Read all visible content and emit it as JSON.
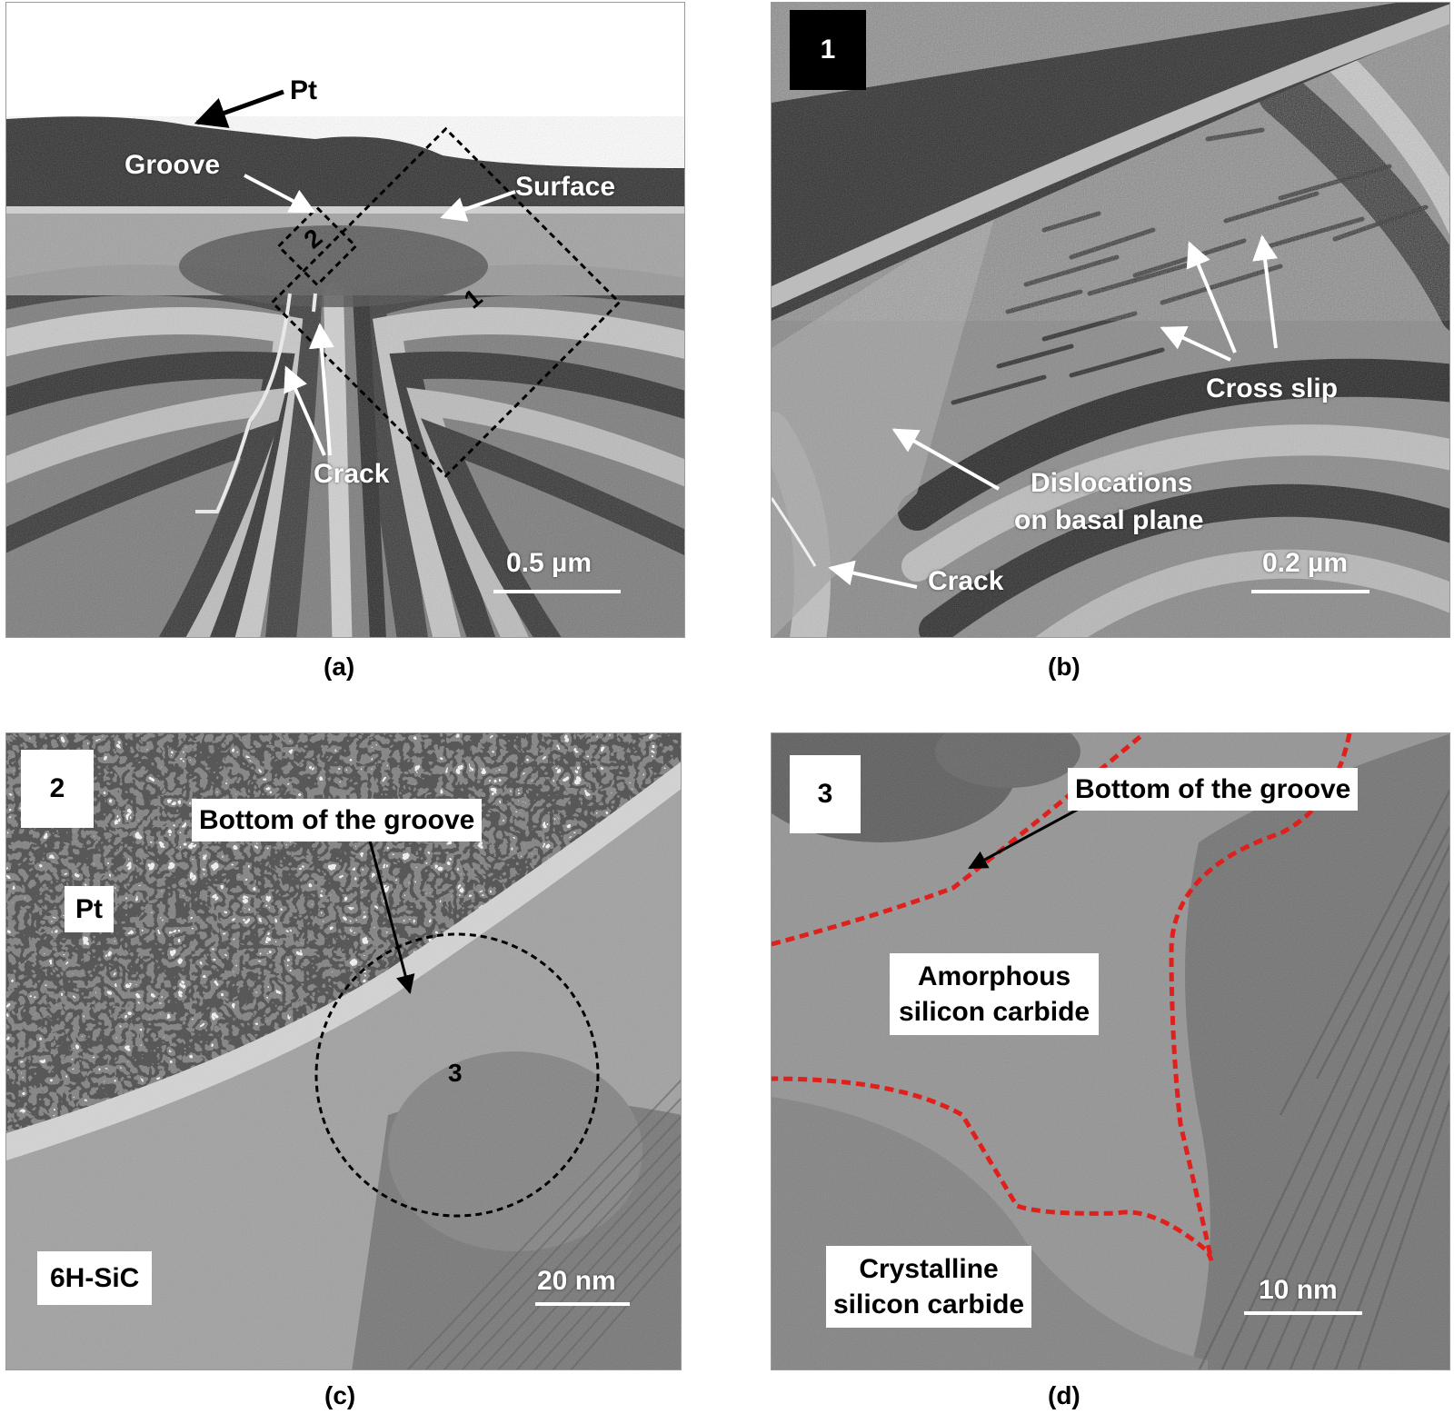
{
  "panels": {
    "a": {
      "caption": "(a)",
      "labels": {
        "pt": "Pt",
        "groove": "Groove",
        "surface": "Surface",
        "crack": "Crack",
        "scale": "0.5 µm"
      },
      "markers": {
        "one": "1",
        "two": "2"
      }
    },
    "b": {
      "caption": "(b)",
      "badge": "1",
      "labels": {
        "cross_slip": "Cross slip",
        "dislocations_line1": "Dislocations",
        "dislocations_line2": "on basal plane",
        "crack": "Crack",
        "scale": "0.2 µm"
      }
    },
    "c": {
      "caption": "(c)",
      "badge": "2",
      "labels": {
        "bottom": "Bottom of the groove",
        "pt": "Pt",
        "sic": "6H-SiC",
        "scale": "20 nm"
      },
      "markers": {
        "three": "3"
      }
    },
    "d": {
      "caption": "(d)",
      "badge": "3",
      "labels": {
        "bottom": "Bottom of the groove",
        "amorphous_line1": "Amorphous",
        "amorphous_line2": "silicon carbide",
        "crystalline_line1": "Crystalline",
        "crystalline_line2": "silicon carbide",
        "scale": "10 nm"
      }
    }
  },
  "colors": {
    "boundary": "#e0201c",
    "annotation": "#000000"
  }
}
